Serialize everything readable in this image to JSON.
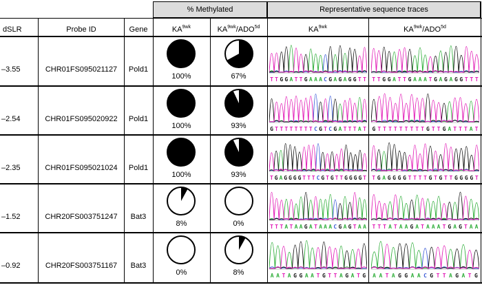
{
  "header": {
    "group_methylation": "% Methylated",
    "group_traces": "Representative sequence traces",
    "col_dslr": "dSLR",
    "col_probe": "Probe ID",
    "col_gene": "Gene",
    "col_ka": "KA",
    "col_ka_sup": "9wk",
    "col_kaado_a": "KA",
    "col_kaado_sup1": "9wk",
    "col_kaado_mid": "/ADO",
    "col_kaado_sup2": "5d",
    "trace_ka": "KA",
    "trace_ka_sup": "9wk",
    "trace_kaado_a": "KA",
    "trace_kaado_sup1": "9wk",
    "trace_kaado_mid": "/ADO",
    "trace_kaado_sup2": "5d"
  },
  "rows": [
    {
      "dslr": "–3.55",
      "probe": "CHR01FS095021127",
      "gene": "Pold1",
      "ka_pct": "100%",
      "ka_value": 100,
      "kaado_pct": "67%",
      "kaado_value": 67,
      "seq_ka": "TTGGATTGAAACGAGAGGTT",
      "seq_kaado": "TTGGATTGAAATGAGAGGTTT"
    },
    {
      "dslr": "–2.54",
      "probe": "CHR01FS095020922",
      "gene": "Pold1",
      "ka_pct": "100%",
      "ka_value": 100,
      "kaado_pct": "93%",
      "kaado_value": 93,
      "seq_ka": "GTTTTTTTTCGTCGATTTAT",
      "seq_kaado": "GTTTTTTTTTGTTGATTTAT"
    },
    {
      "dslr": "–2.35",
      "probe": "CHR01FS095021024",
      "gene": "Pold1",
      "ka_pct": "100%",
      "ka_value": 100,
      "kaado_pct": "93%",
      "kaado_value": 93,
      "seq_ka": "TGAGGGGTTTCGTGTTGGGGT",
      "seq_kaado": "TGAGGGGTTTTGTGTTGGGGT"
    },
    {
      "dslr": "–1.52",
      "probe": "CHR20FS003751247",
      "gene": "Bat3",
      "ka_pct": "8%",
      "ka_value": 8,
      "kaado_pct": "0%",
      "kaado_value": 0,
      "seq_ka": "TTTATAAGATAAACGAGTAA",
      "seq_kaado": "TTTATAAGATAAATGAGTAA"
    },
    {
      "dslr": "–0.92",
      "probe": "CHR20FS003751167",
      "gene": "Bat3",
      "ka_pct": "0%",
      "ka_value": 0,
      "kaado_pct": "8%",
      "kaado_value": 8,
      "seq_ka": "AATAGGAATGTTAGATG",
      "seq_kaado": "AATAGGAACGTTAGATG"
    }
  ],
  "colors": {
    "pie_fill": "#000000",
    "trace_A": "#2fae3a",
    "trace_C": "#3b5bd6",
    "trace_G": "#111111",
    "trace_T": "#e21bb7",
    "header_bg": "#dcdcdc"
  }
}
